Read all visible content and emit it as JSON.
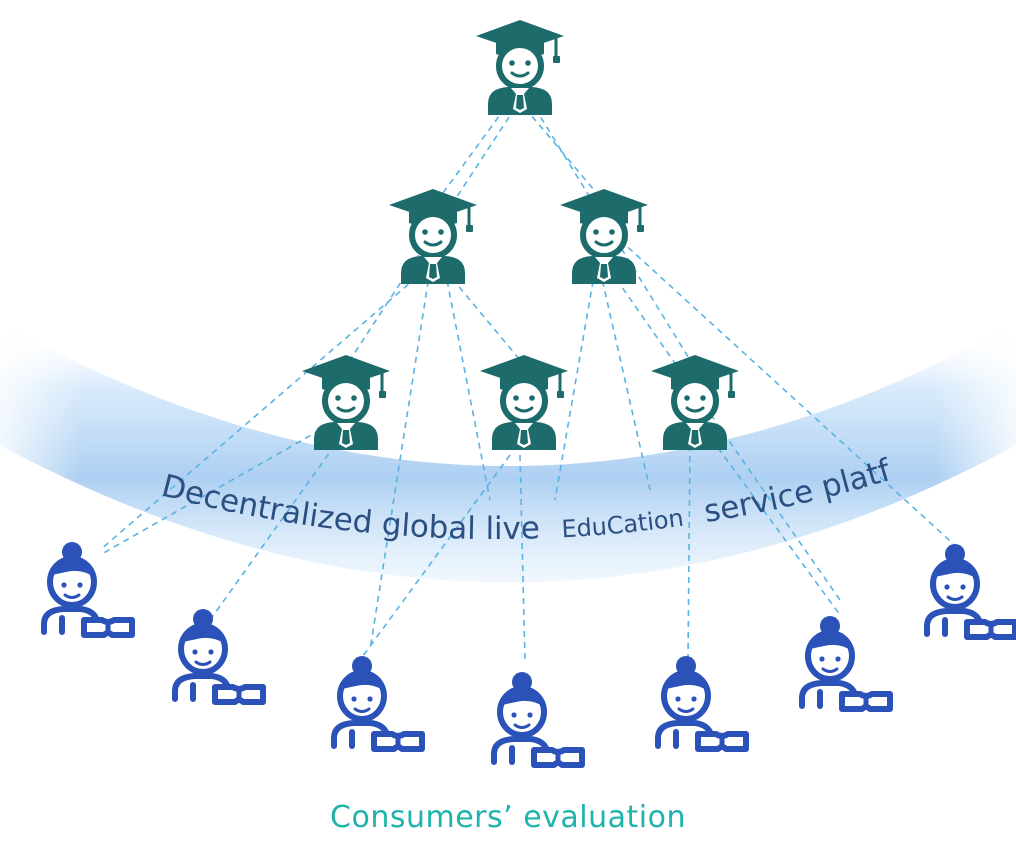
{
  "platform_label": {
    "part1": "Decentralized global live",
    "part2": "EduCation",
    "part3": "service platform"
  },
  "caption": "Consumers’ evaluation",
  "colors": {
    "teacher": "#1d6b6b",
    "student": "#2a52b8",
    "band": "#a9cdf1",
    "dashed_line": "#59b3e3",
    "caption": "#1fb3ad",
    "band_text": "#2a4f80"
  },
  "icons": {
    "teacher": "graduate-teacher-icon",
    "student": "student-reading-icon"
  },
  "structure": {
    "teacher_rows": [
      1,
      2,
      3
    ],
    "students": 7
  }
}
